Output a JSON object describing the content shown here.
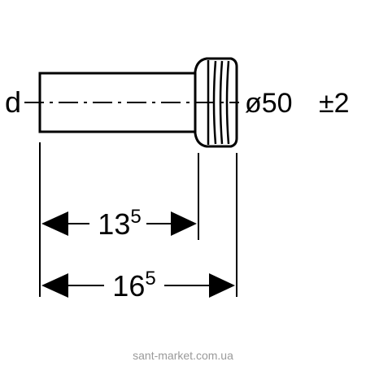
{
  "drawing": {
    "diameter_symbol": "d",
    "diameter_value": "ø50",
    "tolerance": "±2",
    "dimension_inner": {
      "base": "13",
      "superscript": "5"
    },
    "dimension_outer": {
      "base": "16",
      "superscript": "5"
    },
    "watermark": "sant-market.com.ua"
  },
  "colors": {
    "line": "#000000",
    "background": "#ffffff",
    "watermark": "#9a9a9a"
  }
}
